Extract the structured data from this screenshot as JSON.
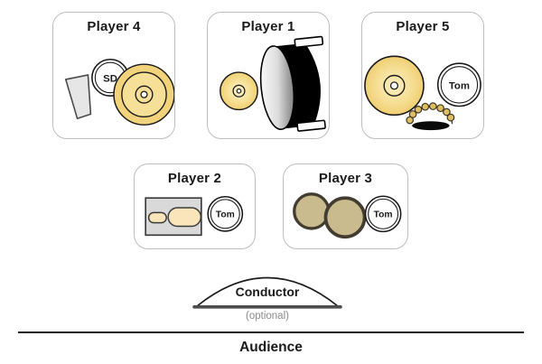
{
  "players": [
    {
      "label": "Player 4",
      "drum_label": "SD",
      "instruments": [
        "felt-wedge",
        "snare-drum",
        "suspended-cymbal"
      ]
    },
    {
      "label": "Player 1",
      "instruments": [
        "small-cymbal",
        "bass-drum"
      ]
    },
    {
      "label": "Player 5",
      "drum_label": "Tom",
      "instruments": [
        "suspended-cymbal",
        "tom-drum",
        "tambourine"
      ]
    },
    {
      "label": "Player 2",
      "drum_label": "Tom",
      "instruments": [
        "wood-block",
        "tom-drum"
      ]
    },
    {
      "label": "Player 3",
      "drum_label": "Tom",
      "instruments": [
        "hand-drums",
        "tom-drum"
      ]
    }
  ],
  "conductor": {
    "label": "Conductor",
    "note": "(optional)"
  },
  "audience": {
    "label": "Audience"
  },
  "colors": {
    "cymbal_gold": "#F2D37B",
    "cymbal_mid": "#F6DF97",
    "drum_tan": "#C9BB8E",
    "pill_cream": "#FAE5BB",
    "block_gray": "#D9D9D9",
    "wedge_gray": "#E6E6E6",
    "jingle_gold": "#DDBE62",
    "box_border": "#bdbdbd",
    "ink": "#1a1a1a"
  }
}
